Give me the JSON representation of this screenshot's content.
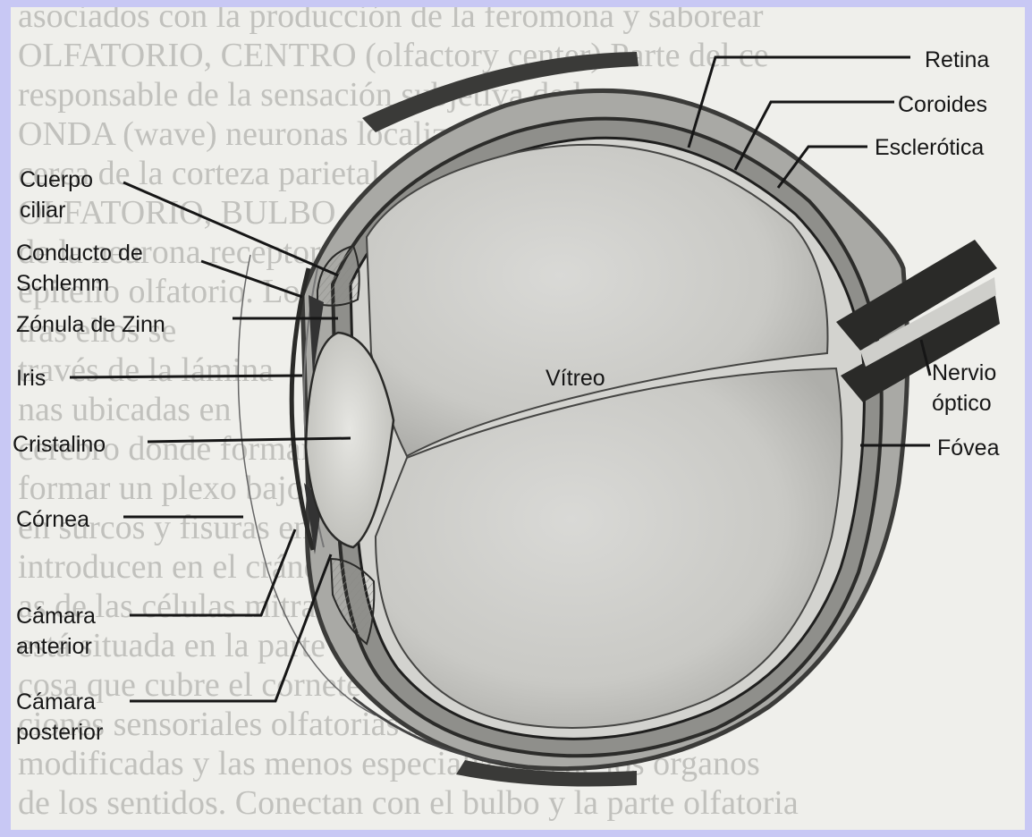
{
  "labels": {
    "retina": "Retina",
    "coroides": "Coroides",
    "esclerotica": "Esclerótica",
    "cuerpo_ciliar": "Cuerpo\nciliar",
    "conducto_schlemm": "Conducto de\nSchlemm",
    "zonula_zinn": "Zónula de Zinn",
    "iris": "Iris",
    "cristalino": "Cristalino",
    "cornea": "Córnea",
    "camara_anterior": "Cámara\nanterior",
    "camara_posterior": "Cámara\nposterior",
    "vitreo": "Vítreo",
    "nervio_optico": "Nervio\nóptico",
    "fovea": "Fóvea"
  },
  "background_text_lines": [
    "asociados con la producción de la feromona y saborear",
    "OLFATORIO, CENTRO (olfactory center) Parte del ce",
    "responsable de la sensación subjetiva de los",
    "ONDA (wave) neuronas localizada",
    "cerca de la corteza parietal",
    "OLFATORIO, BULBO conectado",
    "de la neurona receptora",
    "epitelio olfatorio. Los",
    "tras ellos se",
    "través de la lámina",
    "nas ubicadas en",
    "cerebro donde forman los fascículos que",
    "formar un plexo bajo la membrana mucosa y se originan",
    "en surcos y fisuras en el hueso etmoides. Los ne",
    "introducen en el cráneo y forman sinapsis con las dendri",
    "as de las células mitrales. La zona olfatoria es",
    "está situada en la parte más superior de la membrana mu",
    "cosa que cubre el cornete superior. Las células",
    "ciones sensoriales olfatorias son células epiteliales",
    "modificadas y las menos especializadas de los órganos",
    "de los sentidos. Conectan con el bulbo y la parte olfatoria"
  ]
}
